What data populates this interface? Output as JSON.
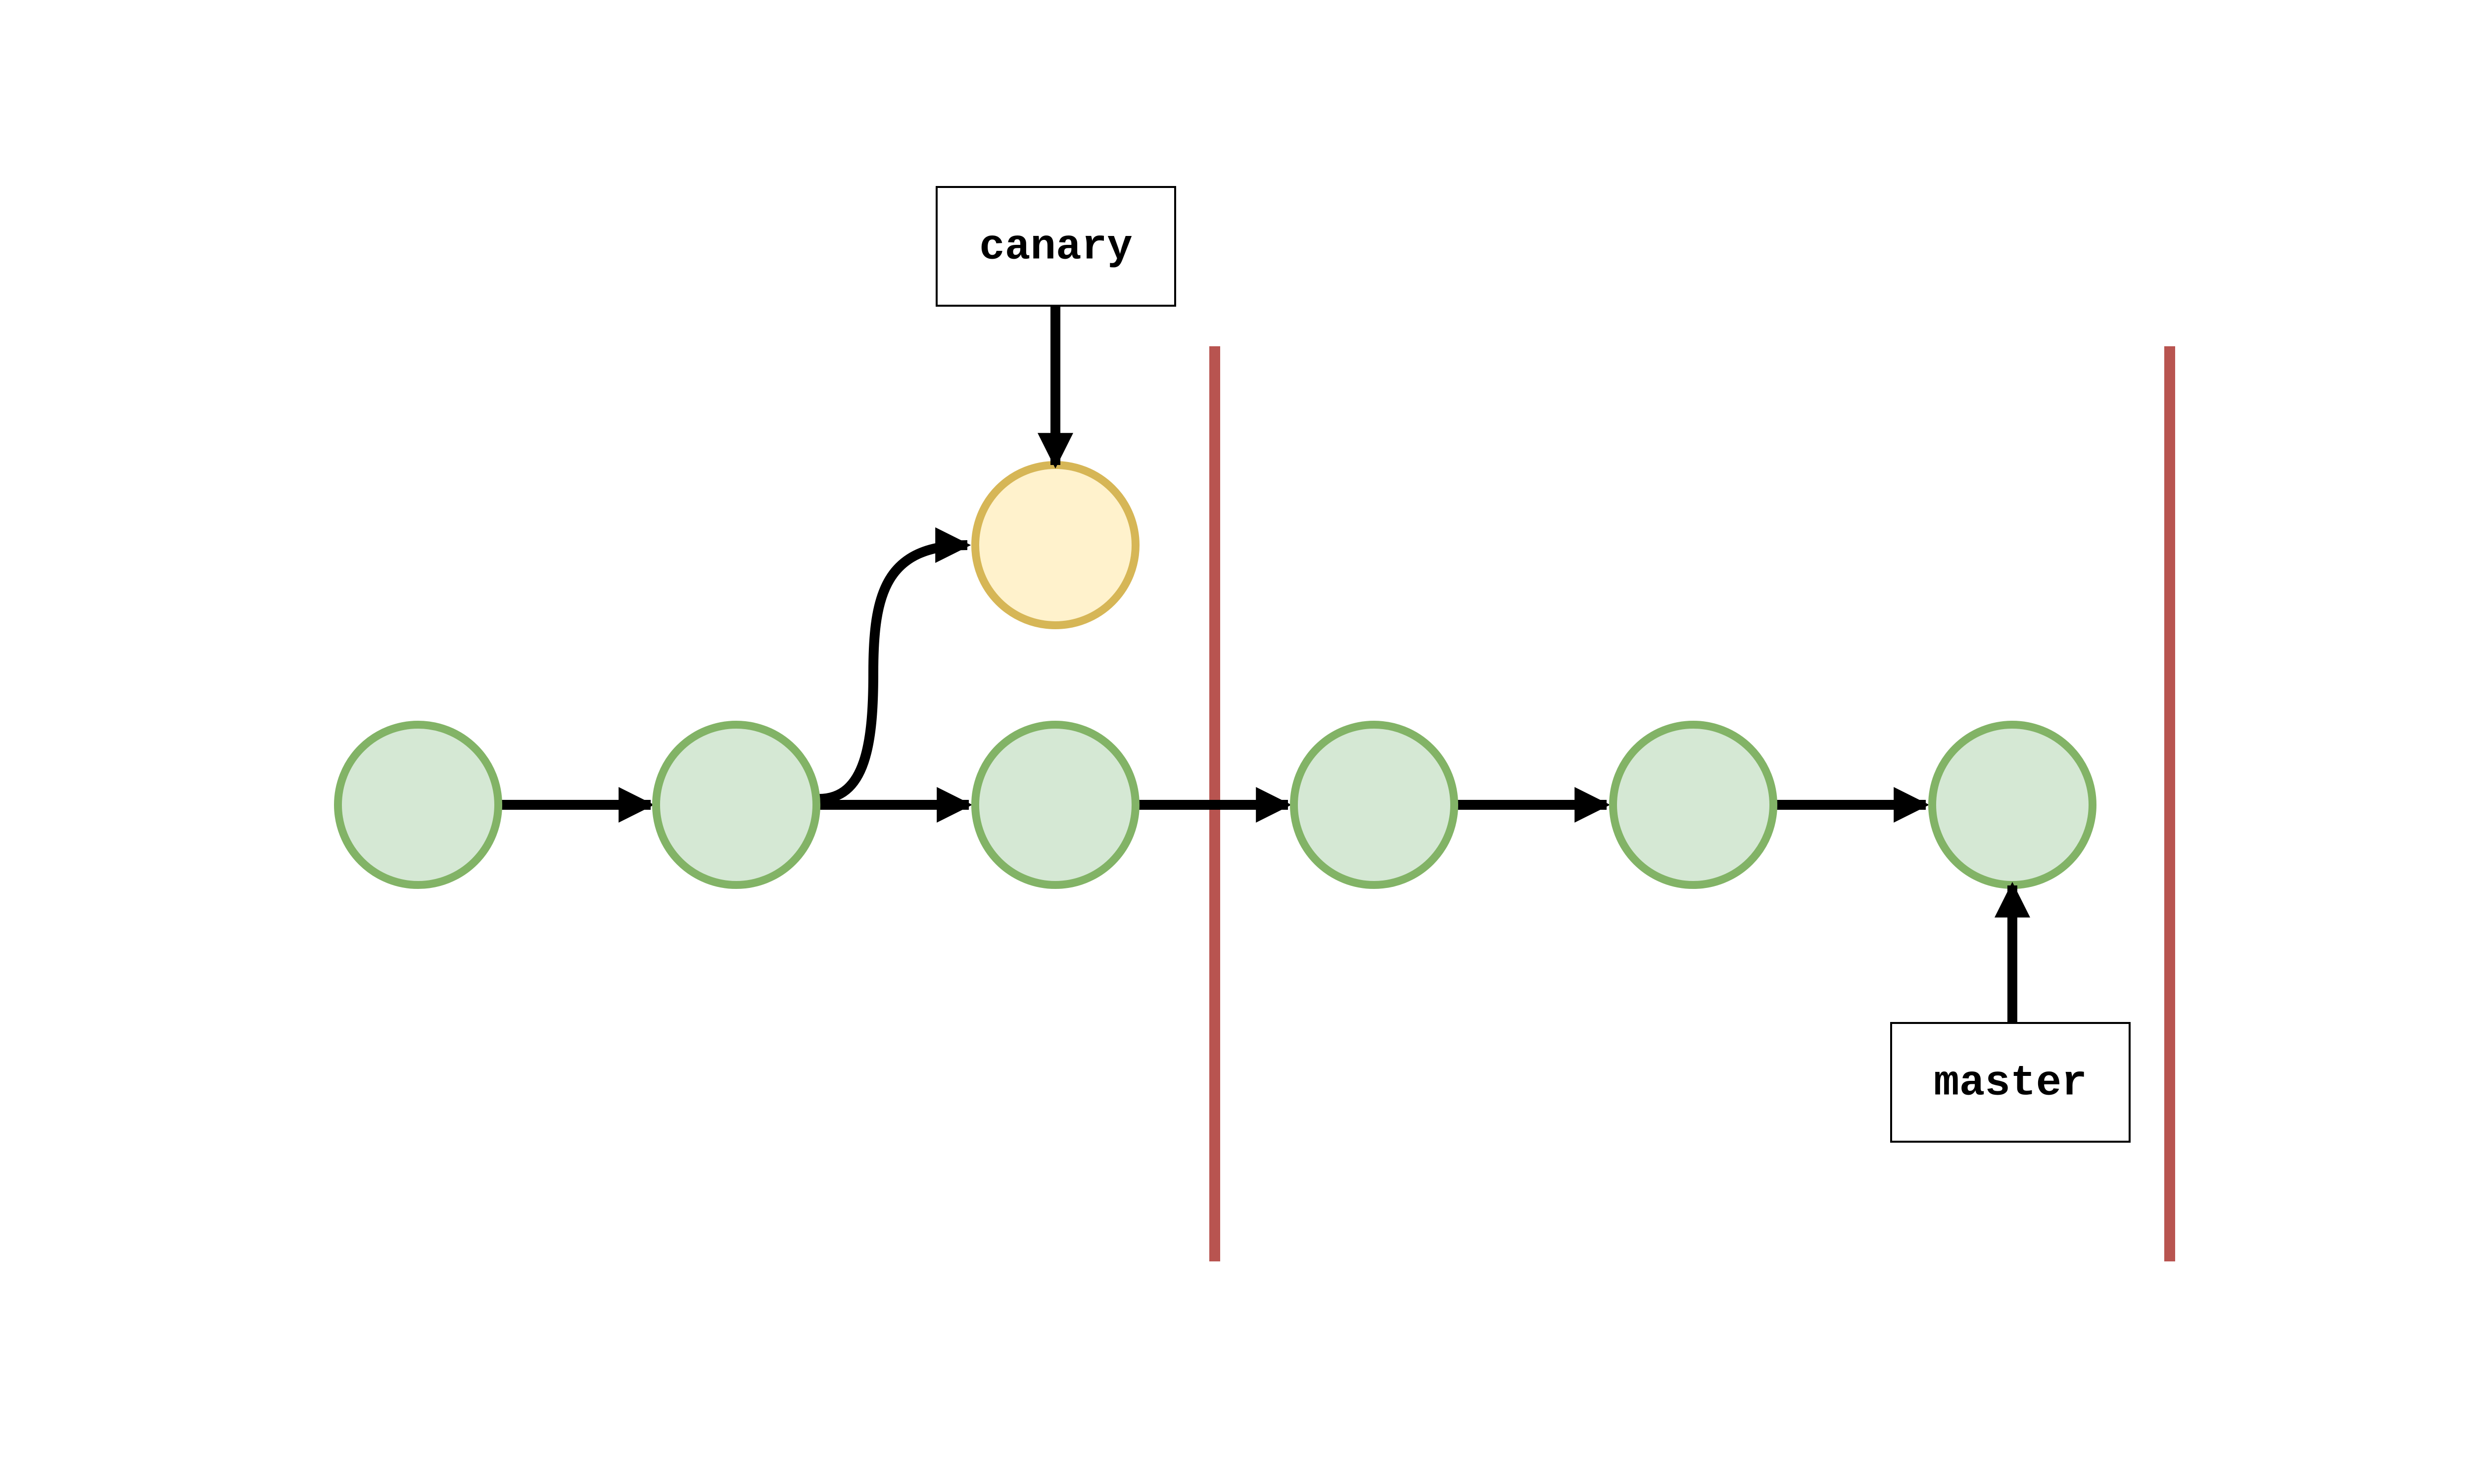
{
  "diagram": {
    "labels": {
      "canary": "canary",
      "master": "master"
    },
    "colors": {
      "commit_fill": "#d5e8d4",
      "commit_stroke": "#82b366",
      "canary_commit_fill": "#fff2cc",
      "canary_commit_stroke": "#d6b656",
      "divider": "#b85450",
      "arrow": "#000000",
      "label_box_stroke": "#000000"
    },
    "commits": [
      {
        "id": "c1",
        "branch": "master"
      },
      {
        "id": "c2",
        "branch": "master"
      },
      {
        "id": "c3",
        "branch": "master"
      },
      {
        "id": "c4",
        "branch": "master"
      },
      {
        "id": "c5",
        "branch": "master"
      },
      {
        "id": "c6",
        "branch": "master"
      },
      {
        "id": "canary-commit",
        "branch": "canary"
      }
    ],
    "edges": [
      {
        "from": "c1",
        "to": "c2"
      },
      {
        "from": "c2",
        "to": "c3"
      },
      {
        "from": "c2",
        "to": "canary-commit"
      },
      {
        "from": "c3",
        "to": "c4"
      },
      {
        "from": "c4",
        "to": "c5"
      },
      {
        "from": "c5",
        "to": "c6"
      }
    ],
    "pointers": [
      {
        "label": "canary",
        "target": "canary-commit"
      },
      {
        "label": "master",
        "target": "c6"
      }
    ]
  }
}
